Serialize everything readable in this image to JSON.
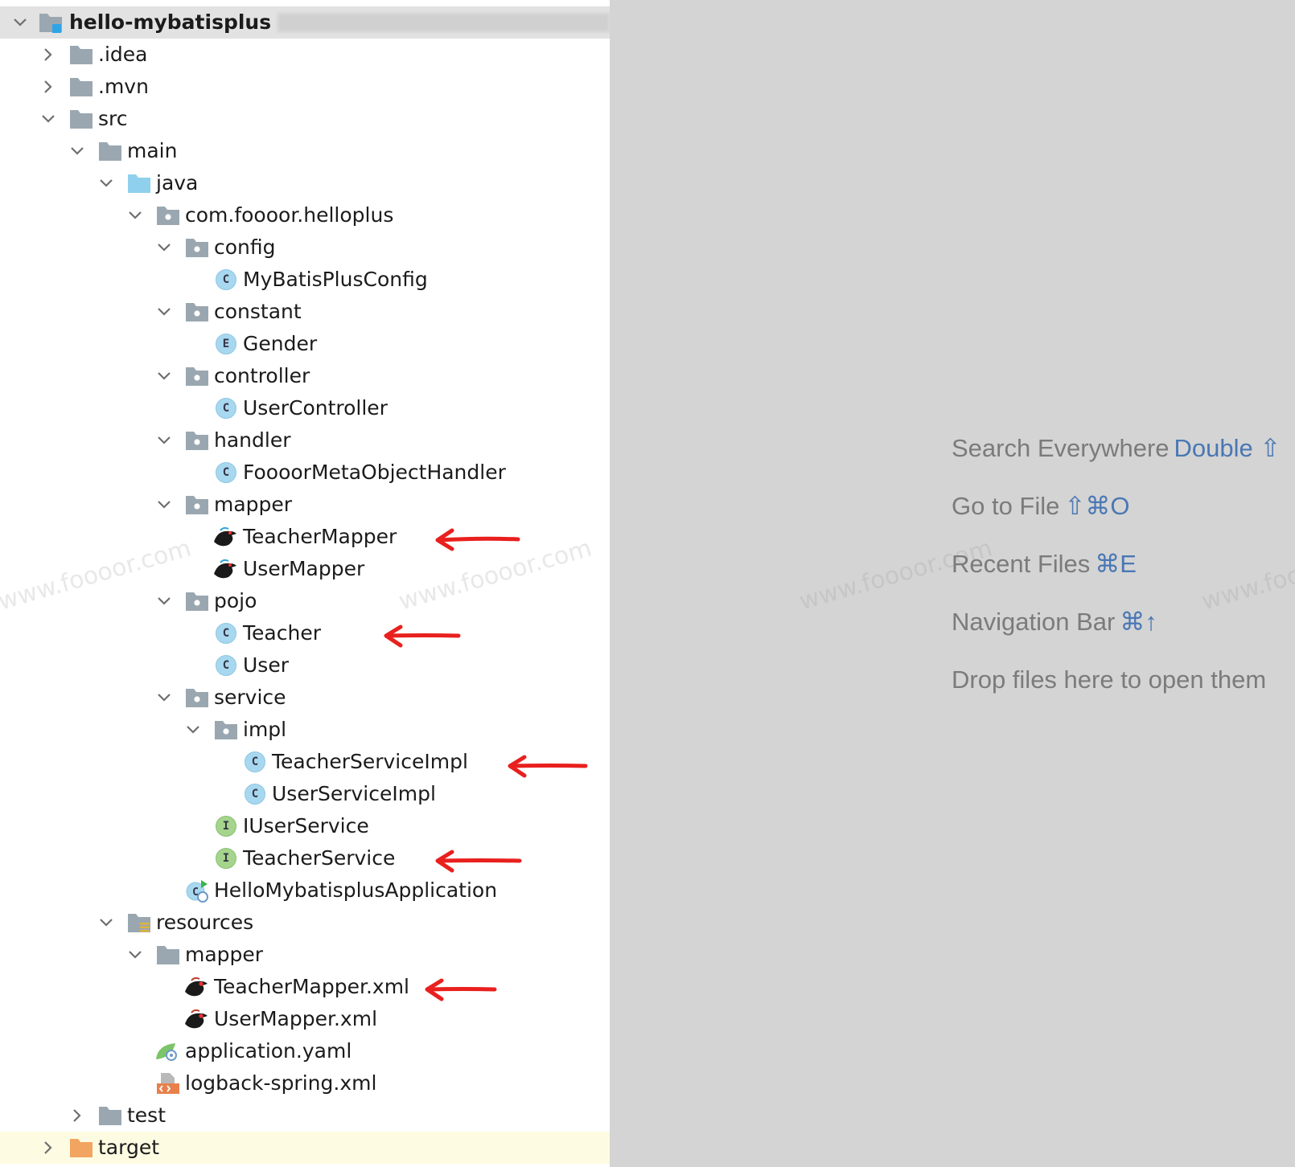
{
  "project_tree": {
    "root": {
      "label": "hello-mybatisplus"
    },
    "nodes": [
      {
        "label": ".idea",
        "icon": "folder-icon",
        "name": "tree-item-idea"
      },
      {
        "label": ".mvn",
        "icon": "folder-icon",
        "name": "tree-item-mvn"
      },
      {
        "label": "src",
        "icon": "folder-icon",
        "name": "tree-item-src"
      },
      {
        "label": "main",
        "icon": "folder-icon",
        "name": "tree-item-main"
      },
      {
        "label": "java",
        "icon": "source-folder-icon",
        "name": "tree-item-java"
      },
      {
        "label": "com.foooor.helloplus",
        "icon": "package-icon",
        "name": "tree-item-package-root"
      },
      {
        "label": "config",
        "icon": "package-icon",
        "name": "tree-item-config"
      },
      {
        "label": "MyBatisPlusConfig",
        "icon": "class-icon",
        "name": "tree-item-mybatisplusconfig"
      },
      {
        "label": "constant",
        "icon": "package-icon",
        "name": "tree-item-constant"
      },
      {
        "label": "Gender",
        "icon": "enum-icon",
        "name": "tree-item-gender"
      },
      {
        "label": "controller",
        "icon": "package-icon",
        "name": "tree-item-controller"
      },
      {
        "label": "UserController",
        "icon": "class-icon",
        "name": "tree-item-usercontroller"
      },
      {
        "label": "handler",
        "icon": "package-icon",
        "name": "tree-item-handler"
      },
      {
        "label": "FoooorMetaObjectHandler",
        "icon": "class-icon",
        "name": "tree-item-foooormetaobjecthandler"
      },
      {
        "label": "mapper",
        "icon": "package-icon",
        "name": "tree-item-mapper-package"
      },
      {
        "label": "TeacherMapper",
        "icon": "mybatis-mapper-icon",
        "name": "tree-item-teachermapper"
      },
      {
        "label": "UserMapper",
        "icon": "mybatis-mapper-icon",
        "name": "tree-item-usermapper"
      },
      {
        "label": "pojo",
        "icon": "package-icon",
        "name": "tree-item-pojo"
      },
      {
        "label": "Teacher",
        "icon": "class-icon",
        "name": "tree-item-teacher"
      },
      {
        "label": "User",
        "icon": "class-icon",
        "name": "tree-item-user"
      },
      {
        "label": "service",
        "icon": "package-icon",
        "name": "tree-item-service"
      },
      {
        "label": "impl",
        "icon": "package-icon",
        "name": "tree-item-impl"
      },
      {
        "label": "TeacherServiceImpl",
        "icon": "class-icon",
        "name": "tree-item-teacherserviceimpl"
      },
      {
        "label": "UserServiceImpl",
        "icon": "class-icon",
        "name": "tree-item-userserviceimpl"
      },
      {
        "label": "IUserService",
        "icon": "interface-icon",
        "name": "tree-item-iuserservice"
      },
      {
        "label": "TeacherService",
        "icon": "interface-icon",
        "name": "tree-item-teacherservice"
      },
      {
        "label": "HelloMybatisplusApplication",
        "icon": "spring-boot-app-icon",
        "name": "tree-item-hellomybatisplusapplication"
      },
      {
        "label": "resources",
        "icon": "resources-folder-icon",
        "name": "tree-item-resources"
      },
      {
        "label": "mapper",
        "icon": "folder-icon",
        "name": "tree-item-mapper-folder"
      },
      {
        "label": "TeacherMapper.xml",
        "icon": "mybatis-xml-icon",
        "name": "tree-item-teachermapper-xml"
      },
      {
        "label": "UserMapper.xml",
        "icon": "mybatis-xml-icon",
        "name": "tree-item-usermapper-xml"
      },
      {
        "label": "application.yaml",
        "icon": "spring-config-icon",
        "name": "tree-item-application-yaml"
      },
      {
        "label": "logback-spring.xml",
        "icon": "xml-file-icon",
        "name": "tree-item-logback-spring-xml"
      },
      {
        "label": "test",
        "icon": "folder-icon",
        "name": "tree-item-test"
      },
      {
        "label": "target",
        "icon": "excluded-folder-icon",
        "name": "tree-item-target"
      }
    ],
    "highlighted_with_arrows": [
      "TeacherMapper",
      "Teacher",
      "TeacherServiceImpl",
      "TeacherService",
      "TeacherMapper.xml"
    ]
  },
  "editor_empty_state": {
    "hints": [
      {
        "text": "Search Everywhere",
        "key": "Double ⇧"
      },
      {
        "text": "Go to File",
        "key": "⇧⌘O"
      },
      {
        "text": "Recent Files",
        "key": "⌘E"
      },
      {
        "text": "Navigation Bar",
        "key": "⌘↑"
      },
      {
        "text": "Drop files here to open them",
        "key": ""
      }
    ]
  },
  "watermark": {
    "text": "www.foooor.com"
  },
  "colors": {
    "tree_background": "#ffffff",
    "editor_background": "#d4d4d4",
    "root_row_background": "#e2e2e2",
    "excluded_row_background": "#fdfbe2",
    "shortcut_key": "#4a77b4",
    "hint_text": "#7b7b7b",
    "annotation_arrow": "#e8201e",
    "class_icon": "#a8d8ef",
    "interface_icon": "#a5d48c",
    "excluded_folder": "#f1a560"
  }
}
